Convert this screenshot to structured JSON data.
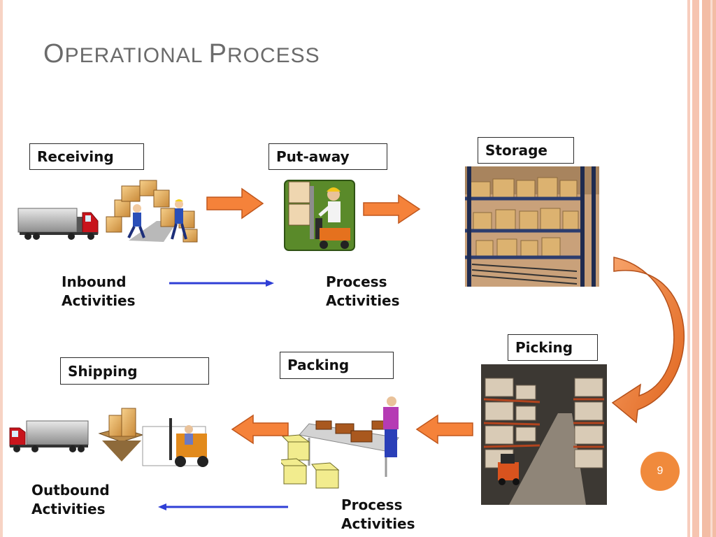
{
  "title": {
    "first_cap": "O",
    "first_rest": "PERATIONAL ",
    "second_cap": "P",
    "second_rest": "ROCESS"
  },
  "page_number": "9",
  "colors": {
    "accent": "#f08a3c",
    "arrow_orange": "#f5823a",
    "arrow_blue": "#2f3fd6",
    "stripe": "#f5c6b3"
  },
  "stages": [
    {
      "label": "Receiving",
      "icon": "truck-and-workers-icon"
    },
    {
      "label": "Put-away",
      "icon": "forklift-operator-icon"
    },
    {
      "label": "Storage",
      "icon": "warehouse-shelves-photo"
    },
    {
      "label": "Picking",
      "icon": "warehouse-aisle-photo"
    },
    {
      "label": "Packing",
      "icon": "packing-table-icon"
    },
    {
      "label": "Shipping",
      "icon": "truck-and-forklift-icon"
    }
  ],
  "captions": {
    "inbound": {
      "line1": "Inbound",
      "line2": "Activities"
    },
    "process_top": {
      "line1": "Process",
      "line2": "Activities"
    },
    "outbound": {
      "line1": "Outbound",
      "line2": "Activities"
    },
    "process_bottom": {
      "line1": "Process",
      "line2": "Activities"
    }
  }
}
